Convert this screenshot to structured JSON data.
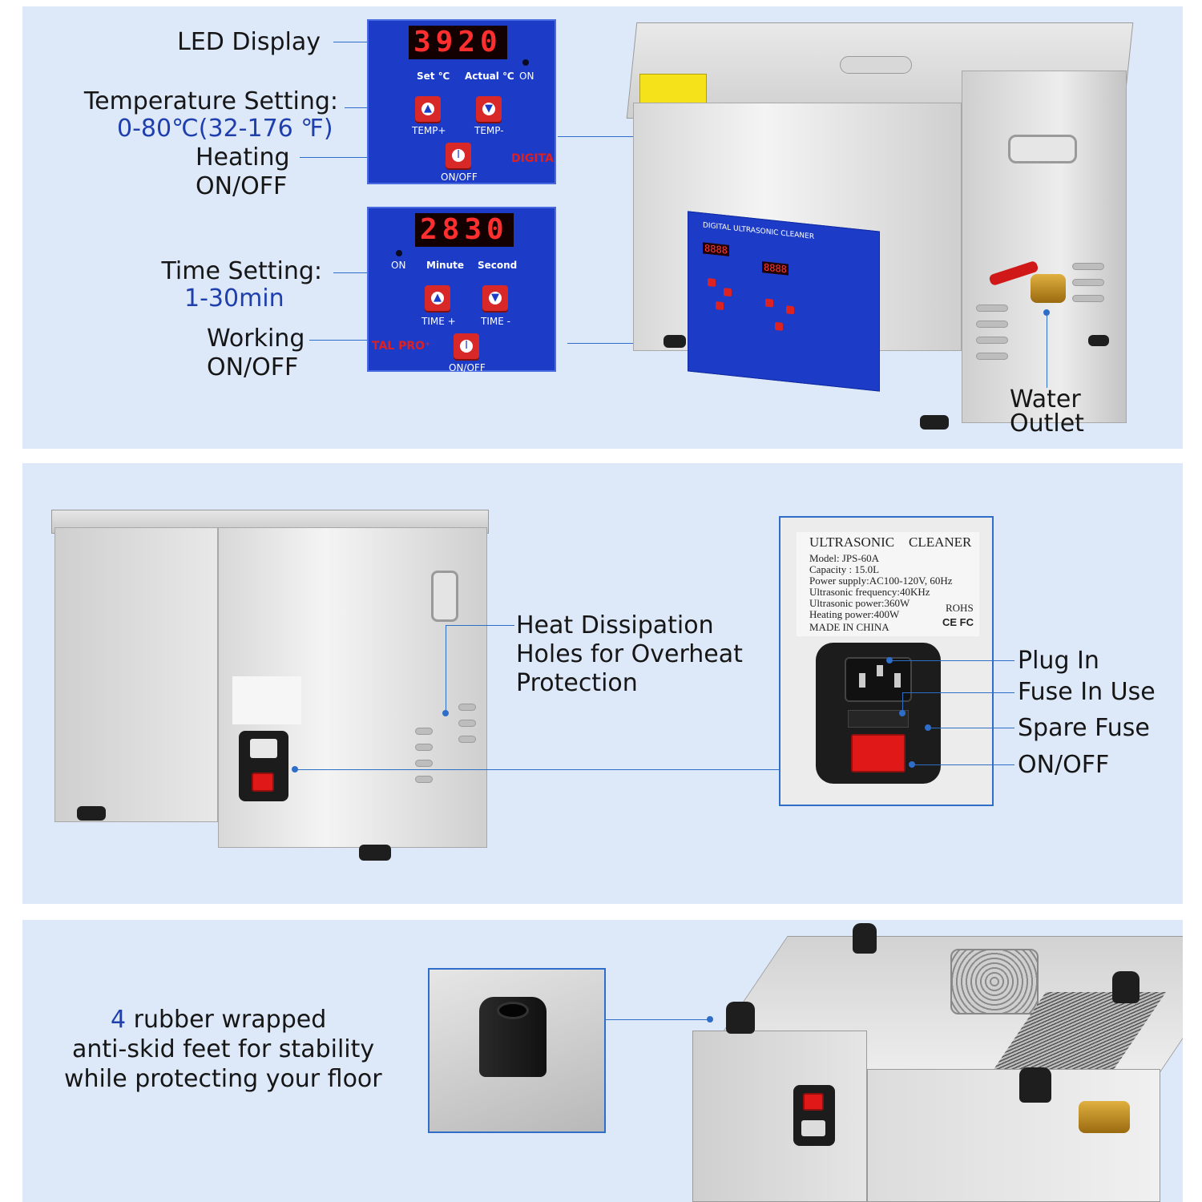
{
  "section1": {
    "callouts": {
      "led_display": "LED Display",
      "temperature_setting": "Temperature Setting:",
      "temperature_range": "0-80℃(32-176 ℉)",
      "heating_line1": "Heating",
      "heating_line2": "ON/OFF",
      "time_setting": "Time Setting:",
      "time_range": "1-30min",
      "working_line1": "Working",
      "working_line2": "ON/OFF",
      "water_line1": "Water",
      "water_line2": "Outlet"
    },
    "temp_panel": {
      "display": "3920",
      "set_label": "Set ℃",
      "actual_label": "Actual ℃",
      "on_label": "ON",
      "temp_plus": "TEMP+",
      "temp_minus": "TEMP-",
      "onoff": "ON/OFF",
      "brand_fragment": "DIGITA"
    },
    "time_panel": {
      "display": "2830",
      "on_label": "ON",
      "minute_label": "Minute",
      "second_label": "Second",
      "time_plus": "TIME +",
      "time_minus": "TIME -",
      "onoff": "ON/OFF",
      "brand_fragment": "TAL PRO⁺"
    },
    "unit_panel": {
      "title": "DIGITAL ULTRASONIC CLEANER",
      "temp_display": "8888",
      "time_display": "8888"
    }
  },
  "section2": {
    "callouts": {
      "heat_line1": "Heat Dissipation",
      "heat_line2": "Holes for Overheat",
      "heat_line3": "Protection",
      "plug_in": "Plug In",
      "fuse_in_use": "Fuse In Use",
      "spare_fuse": "Spare Fuse",
      "onoff": "ON/OFF"
    },
    "nameplate": {
      "title_left": "ULTRASONIC",
      "title_right": "CLEANER",
      "model": "Model: JPS-60A",
      "capacity": "Capacity : 15.0L",
      "power_supply": "Power supply:AC100-120V, 60Hz",
      "ultrasonic_frequency": "Ultrasonic frequency:40KHz",
      "ultrasonic_power": "Ultrasonic power:360W",
      "heating_power": "Heating power:400W",
      "made_in": "MADE IN CHINA",
      "rohs": "ROHS",
      "marks": "CE FC"
    }
  },
  "section3": {
    "feet_count": "4",
    "feet_line1_rest": " rubber wrapped",
    "feet_line2": "anti-skid feet for stability",
    "feet_line3": "while protecting your floor"
  },
  "colors": {
    "background": "#dde8f8",
    "panel_blue": "#1c3cc8",
    "callout_blue": "#2f6ec8",
    "accent_text": "#1f3fae",
    "led_red": "#ff2f2f"
  }
}
